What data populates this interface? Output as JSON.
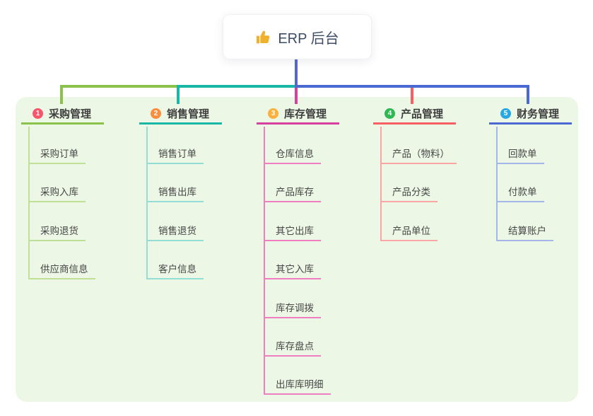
{
  "diagram_type": "mindmap",
  "root": {
    "title": "ERP 后台",
    "icon": "thumbs-up-icon",
    "line_color": "#5568d0"
  },
  "colors": {
    "canvas_bg": "#ffffff",
    "panel_bg": "#ecf7e6",
    "text": "#404040"
  },
  "branches": [
    {
      "number": "1",
      "title": "采购管理",
      "badge_color": "#f7566d",
      "line_color": "#8bc24a",
      "child_line_color": "#c0e098",
      "children": [
        "采购订单",
        "采购入库",
        "采购退货",
        "供应商信息"
      ]
    },
    {
      "number": "2",
      "title": "销售管理",
      "badge_color": "#fb8d3f",
      "line_color": "#18b7a6",
      "child_line_color": "#93ddd4",
      "children": [
        "销售订单",
        "销售出库",
        "销售退货",
        "客户信息"
      ]
    },
    {
      "number": "3",
      "title": "库存管理",
      "badge_color": "#fcb03e",
      "line_color": "#d6419f",
      "child_line_color": "#f07ec0",
      "children": [
        "仓库信息",
        "产品库存",
        "其它出库",
        "其它入库",
        "库存调拨",
        "库存盘点",
        "出库库明细"
      ]
    },
    {
      "number": "4",
      "title": "产品管理",
      "badge_color": "#2eb854",
      "line_color": "#f75f63",
      "child_line_color": "#faa6a4",
      "children": [
        "产品（物料）",
        "产品分类",
        "产品单位"
      ]
    },
    {
      "number": "5",
      "title": "财务管理",
      "badge_color": "#2aa7e2",
      "line_color": "#4a69d2",
      "child_line_color": "#a5b7e9",
      "children": [
        "回款单",
        "付款单",
        "结算账户"
      ]
    }
  ]
}
